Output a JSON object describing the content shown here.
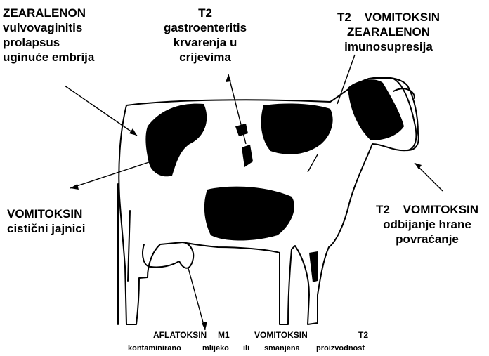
{
  "labels": {
    "top_left": [
      "ZEARALENON",
      "vulvovaginitis",
      "prolapsus",
      "uginuće embrija"
    ],
    "top_center": [
      "T2",
      "gastroenteritis",
      "krvarenja u",
      "crijevima"
    ],
    "top_right": [
      "T2    VOMITOKSIN",
      "ZEARALENON",
      "imunosupresija"
    ],
    "mid_left": [
      "VOMITOKSIN",
      "cistični jajnici"
    ],
    "mid_right": [
      "T2    VOMITOKSIN",
      "odbijanje hrane",
      "povraćanje"
    ],
    "bottom_line1": [
      "AFLATOKSIN",
      "M1",
      "VOMITOKSIN",
      "T2"
    ],
    "bottom_line2": [
      "kontaminirano",
      "mlijeko",
      "ili",
      "smanjena",
      "proizvodnost"
    ]
  }
}
